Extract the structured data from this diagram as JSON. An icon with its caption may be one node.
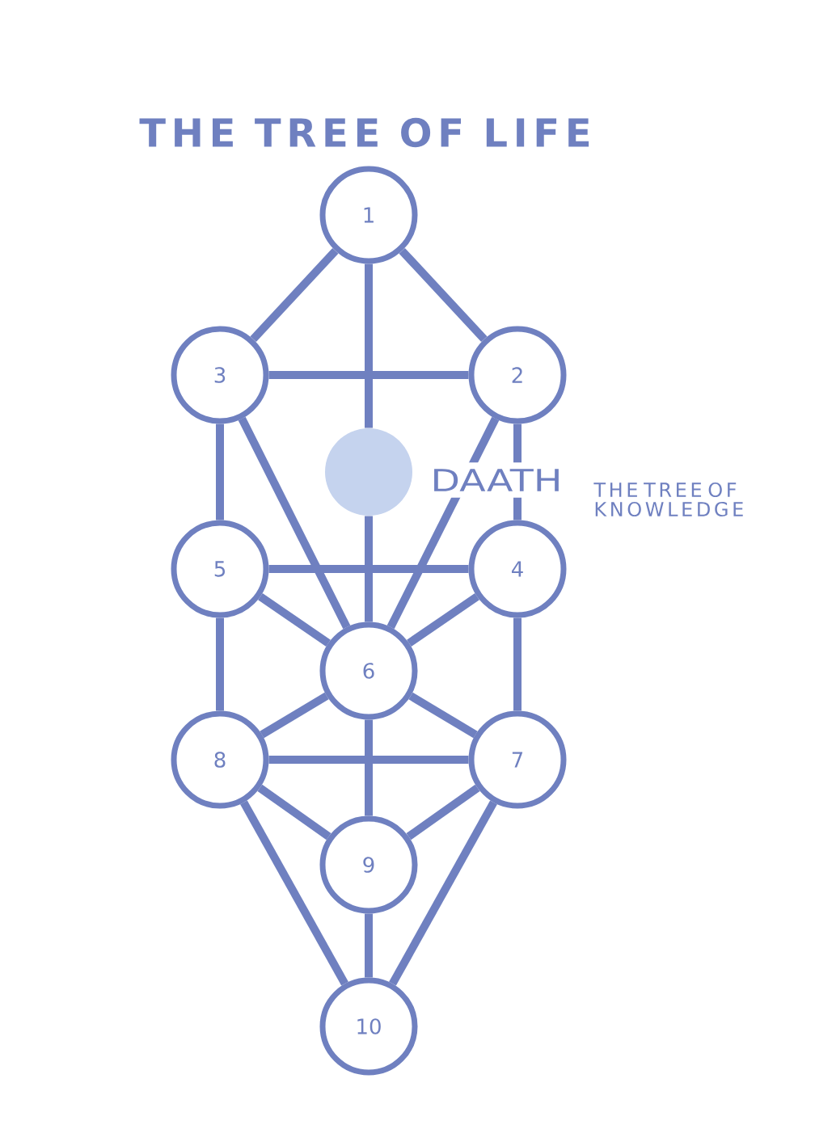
{
  "diagram": {
    "title": "THE TREE OF LIFE",
    "nodes": [
      {
        "text": [
          "1"
        ]
      },
      {
        "text": [
          "3"
        ]
      },
      {
        "text": [
          "2"
        ]
      },
      {
        "text": [],
        "shape": "circle",
        "beside": [
          "DAATH",
          "THE TREE OF KNOWLEDGE"
        ]
      },
      {
        "text": [
          "5"
        ]
      },
      {
        "text": [
          "4"
        ]
      },
      {
        "text": [
          "6"
        ]
      },
      {
        "text": [
          "8"
        ]
      },
      {
        "text": [
          "7"
        ]
      },
      {
        "text": [
          "9"
        ]
      },
      {
        "text": [
          "10"
        ]
      }
    ],
    "edges": [
      {
        "from": 0,
        "to": 2,
        "arrow": "none"
      },
      {
        "from": 0,
        "to": 1,
        "arrow": "none"
      },
      {
        "from": 0,
        "to": 3,
        "arrow": "none"
      },
      {
        "from": 1,
        "to": 2,
        "arrow": "none"
      },
      {
        "from": 1,
        "to": 4,
        "arrow": "none"
      },
      {
        "from": 1,
        "to": 6,
        "arrow": "none"
      },
      {
        "from": 2,
        "to": 5,
        "arrow": "none"
      },
      {
        "from": 2,
        "to": 6,
        "arrow": "none"
      },
      {
        "from": 3,
        "to": 6,
        "arrow": "none"
      },
      {
        "from": 4,
        "to": 5,
        "arrow": "none"
      },
      {
        "from": 4,
        "to": 6,
        "arrow": "none"
      },
      {
        "from": 5,
        "to": 6,
        "arrow": "none"
      },
      {
        "from": 4,
        "to": 7,
        "arrow": "none"
      },
      {
        "from": 5,
        "to": 8,
        "arrow": "none"
      },
      {
        "from": 6,
        "to": 7,
        "arrow": "none"
      },
      {
        "from": 6,
        "to": 8,
        "arrow": "none"
      },
      {
        "from": 6,
        "to": 9,
        "arrow": "none"
      },
      {
        "from": 7,
        "to": 8,
        "arrow": "none"
      },
      {
        "from": 7,
        "to": 9,
        "arrow": "none"
      },
      {
        "from": 8,
        "to": 9,
        "arrow": "none"
      },
      {
        "from": 7,
        "to": 10,
        "arrow": "none"
      },
      {
        "from": 8,
        "to": 10,
        "arrow": "none"
      },
      {
        "from": 9,
        "to": 10,
        "arrow": "none"
      }
    ]
  }
}
